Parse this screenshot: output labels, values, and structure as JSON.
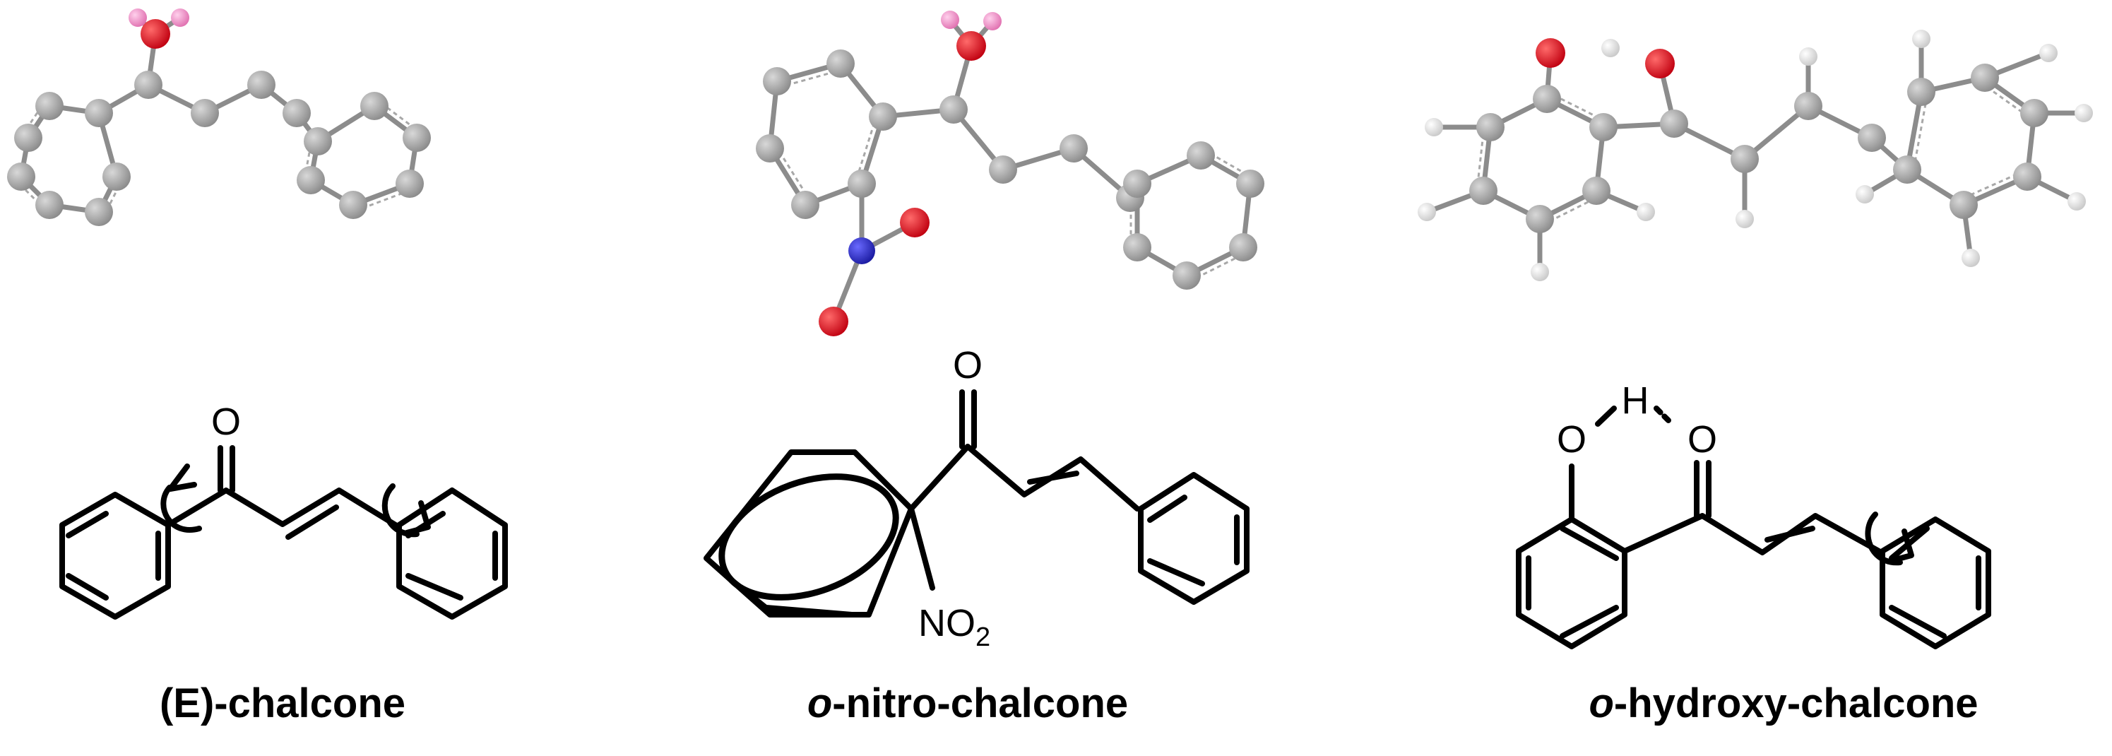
{
  "colors": {
    "carbon": "#9a9a9a",
    "oxygen": "#e0202a",
    "nitrogen": "#2424c8",
    "hydrogen_pink": "#f080c0",
    "hydrogen_white": "#f4f4f4",
    "bond": "#000000"
  },
  "molecules": [
    {
      "id": "e-chalcone",
      "caption": "(E)-chalcone",
      "labels": {
        "o": "O"
      }
    },
    {
      "id": "o-nitro-chalcone",
      "caption_italic": "o",
      "caption_rest": "-nitro-chalcone",
      "labels": {
        "o": "O",
        "no2_main": "NO",
        "no2_sub": "2"
      }
    },
    {
      "id": "o-hydroxy-chalcone",
      "caption_italic": "o",
      "caption_rest": "-hydroxy-chalcone",
      "labels": {
        "o_phenol": "O",
        "h": "H",
        "o_carbonyl": "O"
      }
    }
  ]
}
